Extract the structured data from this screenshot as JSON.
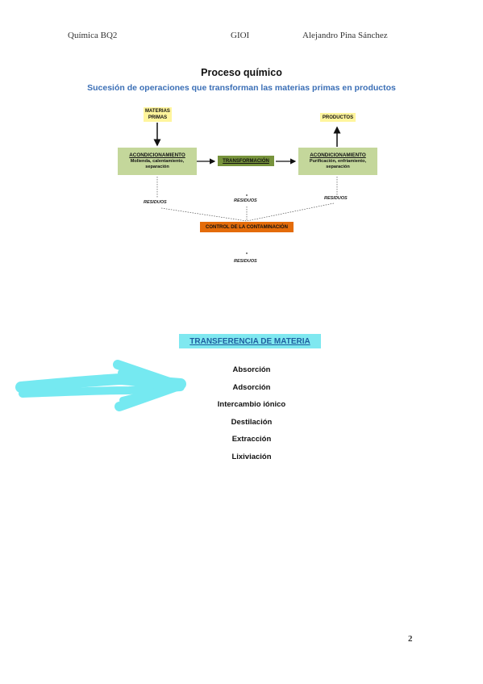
{
  "header": {
    "left": "Química BQ2",
    "center": "GIOI",
    "right": "Alejandro Pina Sánchez"
  },
  "title": "Proceso químico",
  "subtitle": "Sucesión de operaciones que transforman las materias primas en productos",
  "diagram": {
    "materias_primas": [
      "MATERIAS",
      "PRIMAS"
    ],
    "productos": "PRODUCTOS",
    "acond_left": {
      "title": "ACONDICIONAMIENTO",
      "line1": "Molienda, calentamiento,",
      "line2": "separación"
    },
    "transformacion": "TRANSFORMACIÓN",
    "acond_right": {
      "title": "ACONDICIONAMIENTO",
      "line1": "Purificación, enfriamiento,",
      "line2": "separación"
    },
    "residuos": [
      "RESIDUOS",
      "RESIDUOS",
      "RESIDUOS",
      "RESIDUOS"
    ],
    "control": "CONTROL DE LA CONTAMINACIÓN"
  },
  "transferencia": {
    "heading": "TRANSFERENCIA DE MATERIA",
    "items": [
      "Absorción",
      "Adsorción",
      "Intercambio iónico",
      "Destilación",
      "Extracción",
      "Lixiviación"
    ]
  },
  "page_number": "2",
  "colors": {
    "subtitle": "#3b6fb6",
    "yellow_box": "#fff59d",
    "light_green_box": "#c4d79b",
    "dark_green_box": "#77933c",
    "orange_box": "#e46c0a",
    "highlight": "#7fe8f0"
  }
}
